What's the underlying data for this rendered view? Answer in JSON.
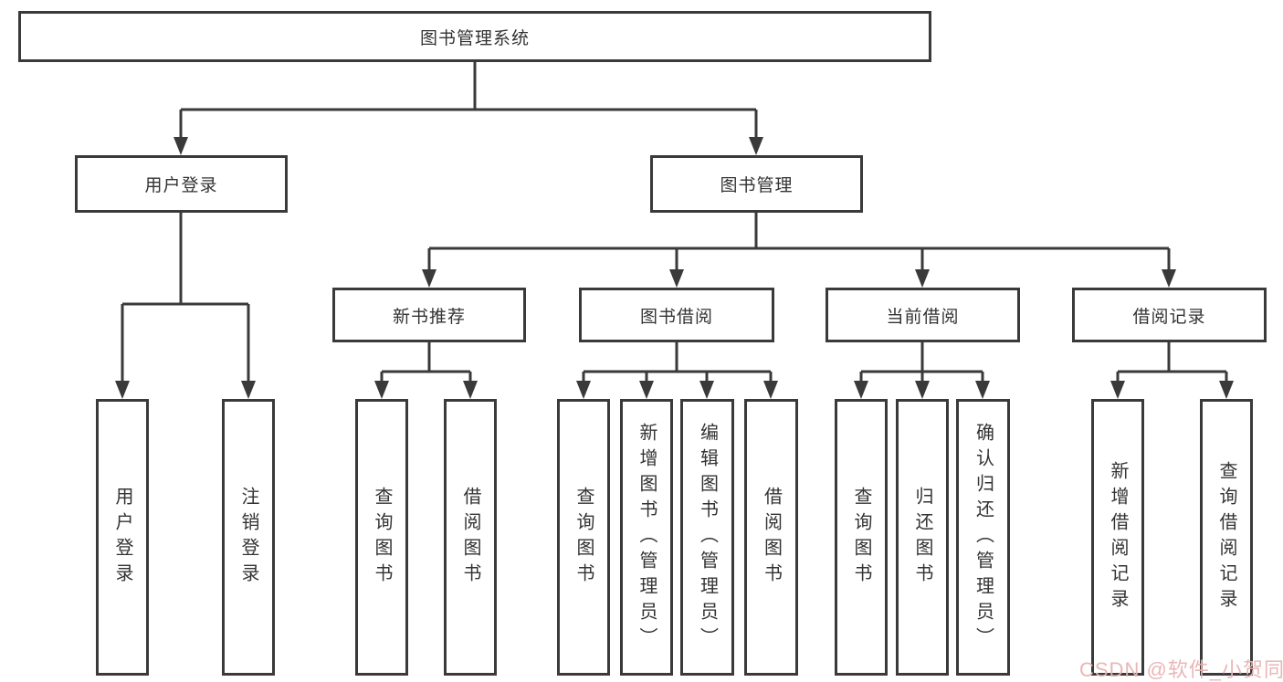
{
  "tree": {
    "root": {
      "label": "图书管理系统"
    },
    "children": [
      {
        "label": "用户登录",
        "children": [
          {
            "label": "用户登录"
          },
          {
            "label": "注销登录"
          }
        ]
      },
      {
        "label": "图书管理",
        "children": [
          {
            "label": "新书推荐",
            "children": [
              {
                "label": "查询图书"
              },
              {
                "label": "借阅图书"
              }
            ]
          },
          {
            "label": "图书借阅",
            "children": [
              {
                "label": "查询图书"
              },
              {
                "label": "新增图书（管理员）"
              },
              {
                "label": "编辑图书（管理员）"
              },
              {
                "label": "借阅图书"
              }
            ]
          },
          {
            "label": "当前借阅",
            "children": [
              {
                "label": "查询图书"
              },
              {
                "label": "归还图书"
              },
              {
                "label": "确认归还（管理员）"
              }
            ]
          },
          {
            "label": "借阅记录",
            "children": [
              {
                "label": "新增借阅记录"
              },
              {
                "label": "查询借阅记录"
              }
            ]
          }
        ]
      }
    ]
  },
  "watermark": "CSDN @软件_小贺同学",
  "colors": {
    "line": "#3a3a3a",
    "text": "#333333",
    "box_background": "#ffffff",
    "watermark": "#e9b2b2"
  }
}
